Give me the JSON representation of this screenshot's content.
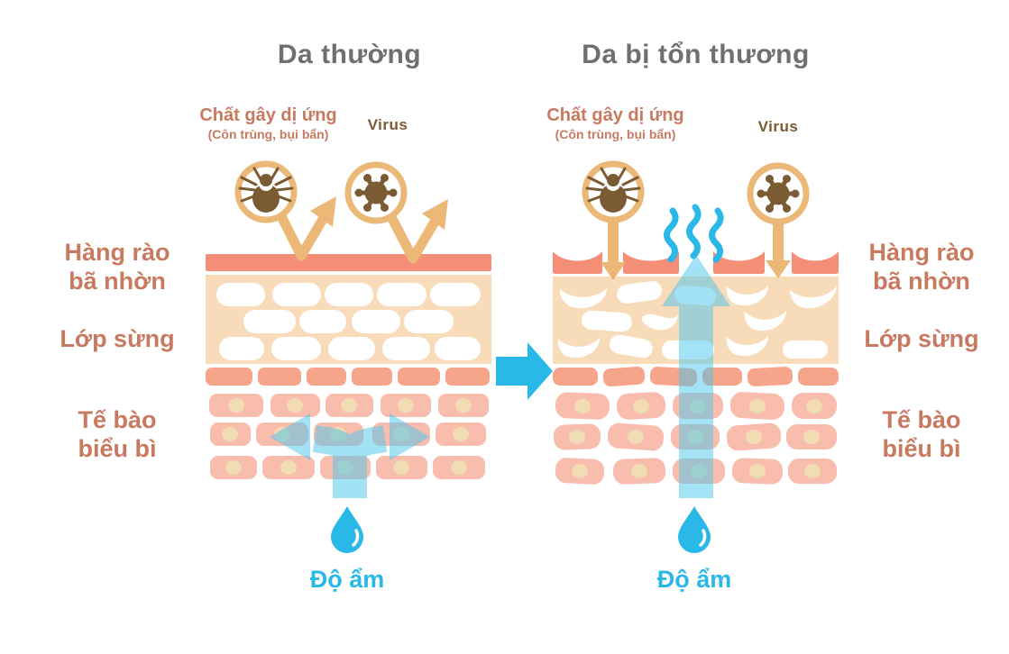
{
  "panels": {
    "normal": {
      "title": "Da thường"
    },
    "damaged": {
      "title": "Da bị tổn thương"
    }
  },
  "annotations": {
    "allergen": "Chất gây dị ứng",
    "allergen_sub": "(Côn trùng, bụi bẩn)",
    "virus": "Virus",
    "moisture": "Độ ẩm"
  },
  "layer_labels": {
    "sebum_barrier": "Hàng rào\nbã nhờn",
    "stratum_corneum": "Lớp sừng",
    "epidermis": "Tế bào\nbiểu bì"
  },
  "icons": {
    "mite": "mite-icon",
    "virus": "virus-icon",
    "water_drop": "water-drop-icon",
    "steam": "steam-icon",
    "bounce_arrow": "bounce-arrow-icon",
    "penetration_arrow": "penetration-arrow-icon",
    "moisture_retained_arrow": "moisture-retained-arrow-icon",
    "moisture_escape_arrow": "moisture-escape-arrow-icon",
    "transition_arrow": "right-arrow-icon"
  },
  "colors": {
    "title_gray": "#6f6f6f",
    "label_salmon": "#c87a61",
    "label_brown": "#7a5b33",
    "tan": "#ecb878",
    "barrier": "#f58e76",
    "corneum_bg": "#f8dcba",
    "cell_dark": "#f6a48a",
    "cell_light": "#f9bdae",
    "nucleus": "#f1dcb4",
    "cyan": "#29b8e8",
    "moisture": "#4ac6ec"
  }
}
